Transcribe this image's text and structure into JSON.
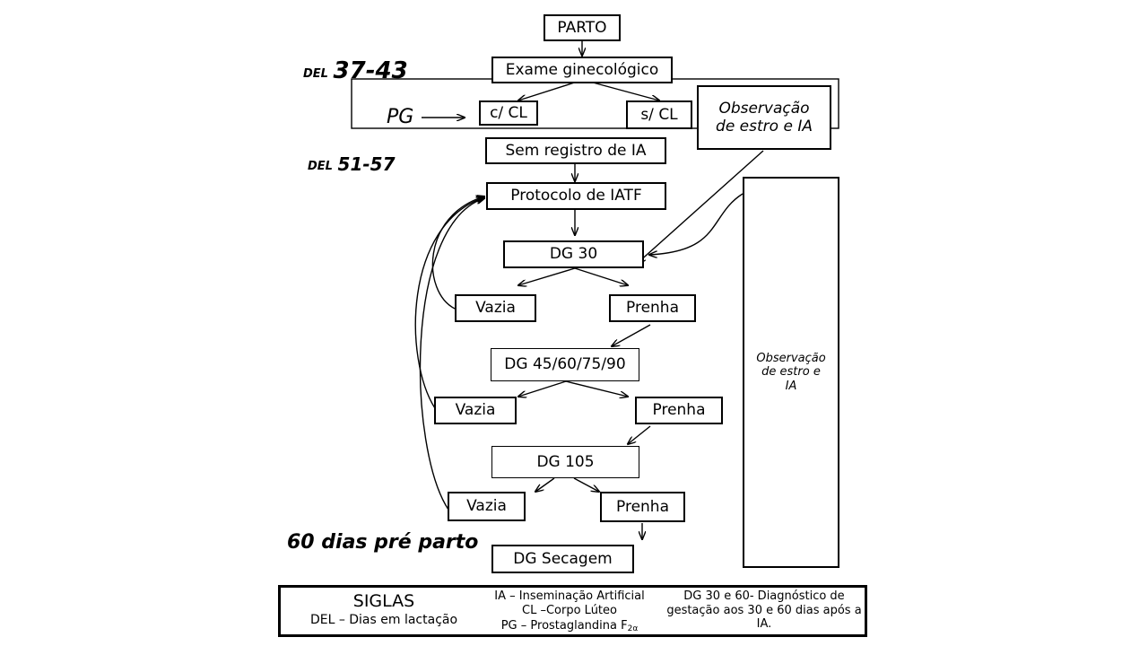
{
  "diagram": {
    "nodes": {
      "parto": "PARTO",
      "exame": "Exame ginecológico",
      "com_cl": "c/ CL",
      "sem_cl": "s/ CL",
      "obs_top": "Observação de estro e IA",
      "sem_registro": "Sem registro de IA",
      "protocolo": "Protocolo de IATF",
      "dg30": "DG 30",
      "vazia1": "Vazia",
      "prenha1": "Prenha",
      "dg45": "DG 45/60/75/90",
      "vazia2": "Vazia",
      "prenha2": "Prenha",
      "dg105": "DG 105",
      "vazia3": "Vazia",
      "prenha3": "Prenha",
      "dg_secagem": "DG Secagem",
      "obs_side": "Observação de estro e IA"
    },
    "labels": {
      "del1_prefix": "DEL",
      "del1_range": "37-43",
      "del2_prefix": "DEL",
      "del2_range": "51-57",
      "pg": "PG",
      "pre_parto": "60 dias pré parto"
    }
  },
  "legend": {
    "title": "SIGLAS",
    "del": "DEL – Dias em lactação",
    "ia": "IA – Inseminação Artificial",
    "cl": "CL –Corpo Lúteo",
    "pg_prefix": "PG – Prostaglandina F",
    "pg_sub": "2α",
    "dg": "DG 30 e 60-  Diagnóstico de gestação aos 30 e 60 dias após a IA."
  }
}
